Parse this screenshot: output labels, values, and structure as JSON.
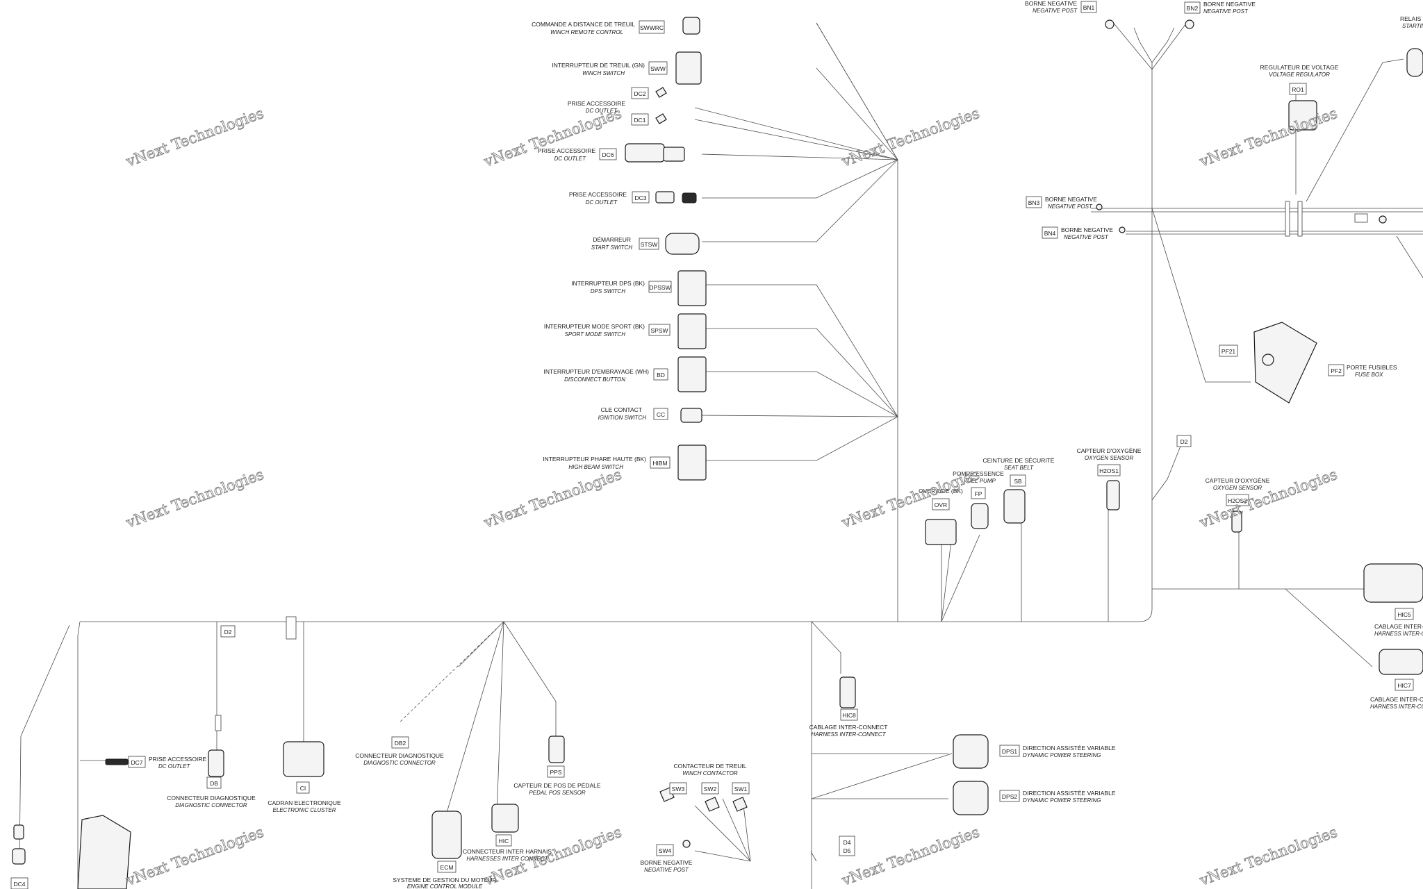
{
  "watermark": "vNext Technologies",
  "components": [
    {
      "code": "SWWRC",
      "fr": "COMMANDE A DISTANCE DE TREUIL",
      "en": "WINCH REMOTE CONTROL"
    },
    {
      "code": "SWW",
      "fr": "INTERRUPTEUR DE TREUIL (GN)",
      "en": "WINCH SWITCH"
    },
    {
      "code": "DC2",
      "fr": "PRISE ACCESSOIRE",
      "en": "DC OUTLET"
    },
    {
      "code": "DC1",
      "fr": "",
      "en": ""
    },
    {
      "code": "DC6",
      "fr": "PRISE ACCESSOIRE",
      "en": "DC OUTLET"
    },
    {
      "code": "DC3",
      "fr": "PRISE ACCESSOIRE",
      "en": "DC OUTLET"
    },
    {
      "code": "STSW",
      "fr": "DÉMARREUR",
      "en": "START SWITCH"
    },
    {
      "code": "DPSSW",
      "fr": "INTERRUPTEUR DPS (BK)",
      "en": "DPS SWITCH"
    },
    {
      "code": "SPSW",
      "fr": "INTERRUPTEUR MODE SPORT (BK)",
      "en": "SPORT MODE SWITCH"
    },
    {
      "code": "BD",
      "fr": "INTERRUPTEUR D'EMBRAYAGE (WH)",
      "en": "DISCONNECT BUTTON"
    },
    {
      "code": "CC",
      "fr": "CLE CONTACT",
      "en": "IGNITION SWITCH"
    },
    {
      "code": "HIBM",
      "fr": "INTERRUPTEUR PHARE HAUTE (BK)",
      "en": "HIGH BEAM SWITCH"
    },
    {
      "code": "BN1",
      "fr": "BORNE NEGATIVE",
      "en": "NEGATIVE POST"
    },
    {
      "code": "BN2",
      "fr": "BORNE NEGATIVE",
      "en": "NEGATIVE POST"
    },
    {
      "code": "RO1",
      "fr": "REGULATEUR DE VOLTAGE",
      "en": "VOLTAGE REGULATOR"
    },
    {
      "code": "BN3",
      "fr": "BORNE NEGATIVE",
      "en": "NEGATIVE POST"
    },
    {
      "code": "BN4",
      "fr": "BORNE NEGATIVE",
      "en": "NEGATIVE POST"
    },
    {
      "code": "PF21",
      "fr": "",
      "en": ""
    },
    {
      "code": "PF2",
      "fr": "PORTE FUSIBLES",
      "en": "FUSE BOX"
    },
    {
      "code": "D2",
      "fr": "",
      "en": ""
    },
    {
      "code": "H2OS1",
      "fr": "CAPTEUR D'OXYGÈNE",
      "en": "OXYGEN SENSOR"
    },
    {
      "code": "H2OS2",
      "fr": "CAPTEUR D'OXYGÈNE",
      "en": "OXYGEN SENSOR"
    },
    {
      "code": "SB",
      "fr": "CEINTURE DE SÉCURITÉ",
      "en": "SEAT BELT"
    },
    {
      "code": "FP",
      "fr": "POMPE ESSENCE",
      "en": "FUEL PUMP"
    },
    {
      "code": "OVR",
      "fr": "OVERRIDE (BK)",
      "en": ""
    },
    {
      "code": "HIC5",
      "fr": "CABLAGE INTER-CONNECT",
      "en": "HARNESS INTER-CONNECT"
    },
    {
      "code": "HIC7",
      "fr": "CABLAGE INTER-CONNECT",
      "en": "HARNESS INTER-CONNECT"
    },
    {
      "code": "HIC8",
      "fr": "CABLAGE INTER-CONNECT",
      "en": "HARNESS INTER-CONNECT"
    },
    {
      "code": "DPS1",
      "fr": "DIRECTION ASSISTÉE VARIABLE",
      "en": "DYNAMIC POWER STEERING"
    },
    {
      "code": "DPS2",
      "fr": "DIRECTION ASSISTÉE VARIABLE",
      "en": "DYNAMIC POWER STEERING"
    },
    {
      "code": "SW3",
      "fr": "CONTACTEUR DE TREUIL",
      "en": "WINCH CONTACTOR"
    },
    {
      "code": "SW2",
      "fr": "",
      "en": ""
    },
    {
      "code": "SW1",
      "fr": "",
      "en": ""
    },
    {
      "code": "SW4",
      "fr": "BORNE NEGATIVE",
      "en": "NEGATIVE POST"
    },
    {
      "code": "D4",
      "fr": "",
      "en": ""
    },
    {
      "code": "D5",
      "fr": "",
      "en": ""
    },
    {
      "code": "DC7",
      "fr": "PRISE ACCESSOIRE",
      "en": "DC OUTLET"
    },
    {
      "code": "DB",
      "fr": "CONNECTEUR DIAGNOSTIQUE",
      "en": "DIAGNOSTIC CONNECTOR"
    },
    {
      "code": "CI",
      "fr": "CADRAN ELECTRONIQUE",
      "en": "ELECTRONIC CLUSTER"
    },
    {
      "code": "DB2",
      "fr": "CONNECTEUR DIAGNOSTIQUE",
      "en": "DIAGNOSTIC CONNECTOR"
    },
    {
      "code": "PPS",
      "fr": "CAPTEUR DE POS DE PÉDALE",
      "en": "PEDAL POS SENSOR"
    },
    {
      "code": "HIC",
      "fr": "CONNECTEUR INTER HARNAIS",
      "en": "HARNESSES INTER CONNECT"
    },
    {
      "code": "ECM",
      "fr": "SYSTEME DE GESTION DU MOTEUR",
      "en": "ENGINE CONTROL MODULE"
    },
    {
      "code": "DC4",
      "fr": "",
      "en": ""
    },
    {
      "code": "D2",
      "fr": "",
      "en": ""
    }
  ],
  "edge_labels": {
    "relay_fr": "RELAIS D",
    "relay_en": "STARTIN"
  }
}
